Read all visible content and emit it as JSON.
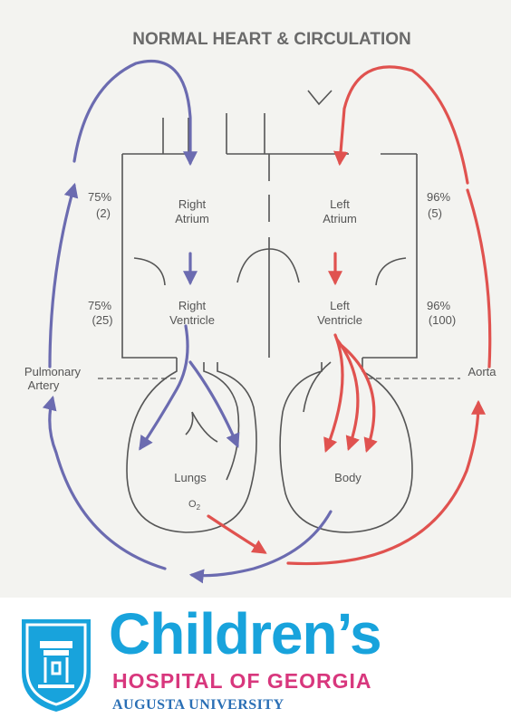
{
  "title": "NORMAL HEART & CIRCULATION",
  "chambers": {
    "right_atrium": [
      "Right",
      "Atrium"
    ],
    "left_atrium": [
      "Left",
      "Atrium"
    ],
    "right_ventricle": [
      "Right",
      "Ventricle"
    ],
    "left_ventricle": [
      "Left",
      "Ventricle"
    ]
  },
  "saturations": {
    "right_atrium_pct": "75%",
    "right_atrium_pressure": "(2)",
    "right_ventricle_pct": "75%",
    "right_ventricle_pressure": "(25)",
    "left_atrium_pct": "96%",
    "left_atrium_pressure": "(5)",
    "left_ventricle_pct": "96%",
    "left_ventricle_pressure": "(100)"
  },
  "vessels": {
    "pulmonary_artery": [
      "Pulmonary",
      "Artery"
    ],
    "aorta": "Aorta"
  },
  "organs": {
    "lungs": "Lungs",
    "body": "Body",
    "oxygen": "O",
    "oxygen_subscript": "2"
  },
  "logo": {
    "name": "Children’s",
    "subtitle": "HOSPITAL OF GEORGIA",
    "subtitle2": "AUGUSTA UNIVERSITY"
  },
  "colors": {
    "deoxygenated": "#6b6bb0",
    "oxygenated": "#e0524f",
    "brand_blue": "#18a3dc",
    "brand_pink": "#d8377d",
    "brand_navy": "#2a6fb5"
  }
}
